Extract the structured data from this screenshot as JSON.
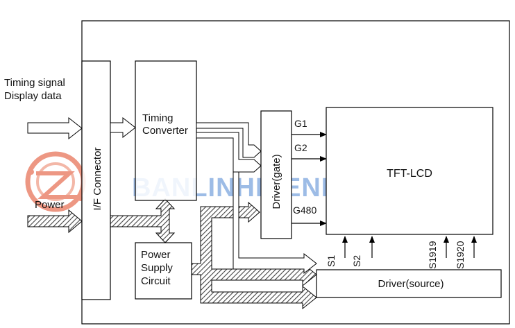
{
  "inputs": {
    "timing_signal": "Timing signal",
    "display_data": "Display data",
    "power": "Power"
  },
  "blocks": {
    "if_connector": "I/F Connector",
    "timing_converter_line1": "Timing",
    "timing_converter_line2": "Converter",
    "driver_gate": "Driver(gate)",
    "tft_lcd": "TFT-LCD",
    "power_supply_line1": "Power",
    "power_supply_line2": "Supply",
    "power_supply_line3": "Circuit",
    "driver_source": "Driver(source)"
  },
  "gate_lines": {
    "g1": "G1",
    "g2": "G2",
    "g480": "G480"
  },
  "source_lines": {
    "s1": "S1",
    "s2": "S2",
    "s1919": "S1919",
    "s1920": "S1920"
  },
  "watermark": {
    "text": "BANLINHKIENDIENTU.VN",
    "color": "#5b8fd6",
    "logo_color": "#e8755a"
  }
}
